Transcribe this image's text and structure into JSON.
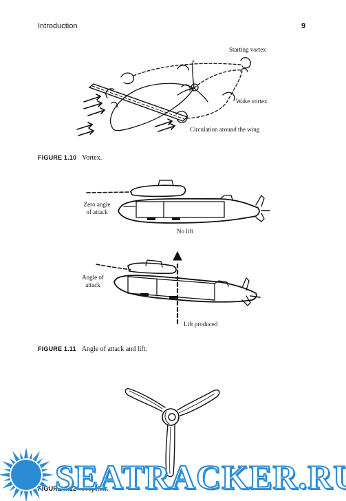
{
  "header": {
    "section": "Introduction",
    "page_number": "9"
  },
  "figures": [
    {
      "number": "FIGURE 1.10",
      "caption": "Vortex.",
      "labels": {
        "starting_vortex": "Starting vortex",
        "wake_vortex": "Wake vortex",
        "circulation": "Circulation around the wing"
      }
    },
    {
      "number": "FIGURE 1.11",
      "caption": "Angle of attack and lift.",
      "labels": {
        "zero_angle_line1": "Zero angle",
        "zero_angle_line2": "of attack",
        "no_lift": "No lift",
        "angle_line1": "Angle of",
        "angle_line2": "attack",
        "lift_produced": "Lift produced"
      }
    },
    {
      "number": "FIGURE 1.12",
      "caption": "Propeller."
    }
  ],
  "watermark": {
    "text": "SEATRACKER.RU",
    "color": "#2b8cd6"
  }
}
